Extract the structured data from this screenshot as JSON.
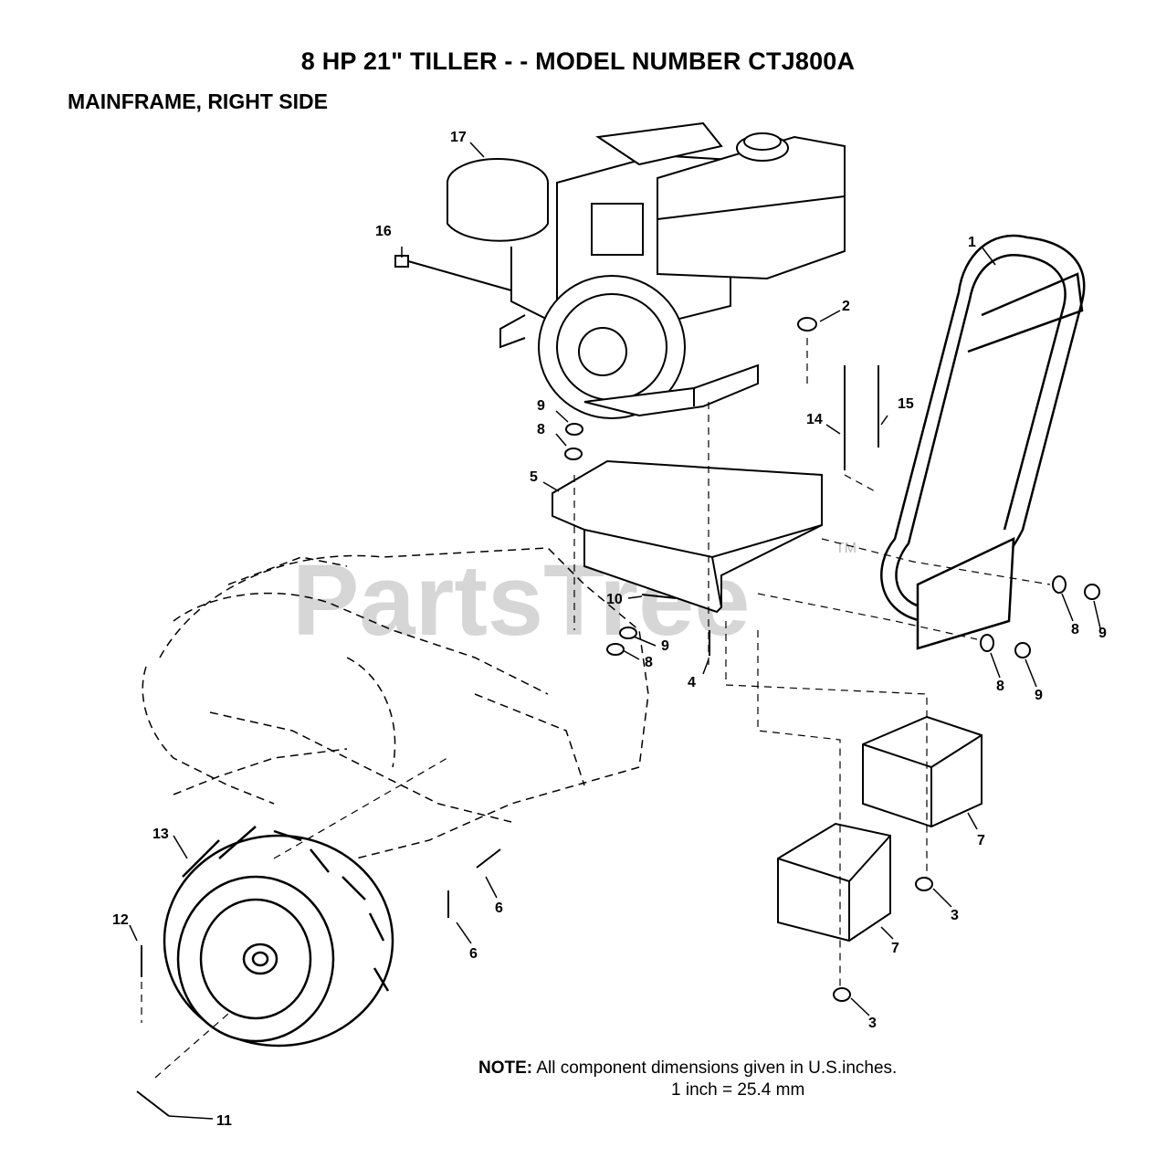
{
  "header": {
    "title": "8 HP  21\" TILLER - - MODEL NUMBER CTJ800A",
    "subtitle": "MAINFRAME, RIGHT SIDE"
  },
  "watermark": {
    "text": "PartsTree",
    "tm": "TM"
  },
  "callouts": [
    "1",
    "2",
    "3",
    "3",
    "4",
    "5",
    "6",
    "6",
    "7",
    "7",
    "8",
    "8",
    "8",
    "8",
    "9",
    "9",
    "9",
    "9",
    "10",
    "11",
    "12",
    "13",
    "14",
    "15",
    "16",
    "17"
  ],
  "note": {
    "label": "NOTE:",
    "text": "All component dimensions given in U.S.inches.",
    "conversion": "1 inch = 25.4 mm"
  }
}
